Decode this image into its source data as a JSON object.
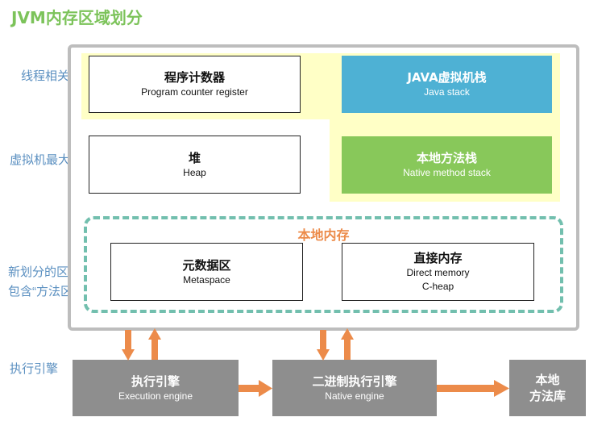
{
  "title": "JVM内存区域划分",
  "side_labels": {
    "thread": "线程相关",
    "largest": "虚拟机最大的区域",
    "newly_line1": "新划分的区域",
    "newly_line2": "包含“方法区“",
    "engine": "执行引擎"
  },
  "regions": {
    "pc_register": {
      "name": "程序计数器",
      "en": "Program counter register"
    },
    "java_stack": {
      "name": "JAVA虚拟机栈",
      "en": "Java stack"
    },
    "heap": {
      "name": "堆",
      "en": "Heap"
    },
    "native_stack": {
      "name": "本地方法栈",
      "en": "Native method stack"
    },
    "native_memory": {
      "label": "本地内存"
    },
    "metaspace": {
      "name": "元数据区",
      "en": "Metaspace"
    },
    "direct_memory": {
      "name": "直接内存",
      "en_line1": "Direct memory",
      "en_line2": "C-heap"
    }
  },
  "engines": {
    "execution": {
      "name": "执行引擎",
      "en": "Execution engine"
    },
    "native": {
      "name": "二进制执行引擎",
      "en": "Native engine"
    },
    "native_library": {
      "line1": "本地",
      "line2": "方法库"
    }
  },
  "colors": {
    "title": "#7cc35a",
    "side_label": "#5a8fc0",
    "thread_area": "#ffffc6",
    "java_stack": "#4eb1d4",
    "native_stack": "#88c85a",
    "native_memory_border": "#72bfae",
    "native_memory_label": "#ec8b4a",
    "engine_box": "#8e8e8e",
    "arrow": "#ec8b4a"
  }
}
